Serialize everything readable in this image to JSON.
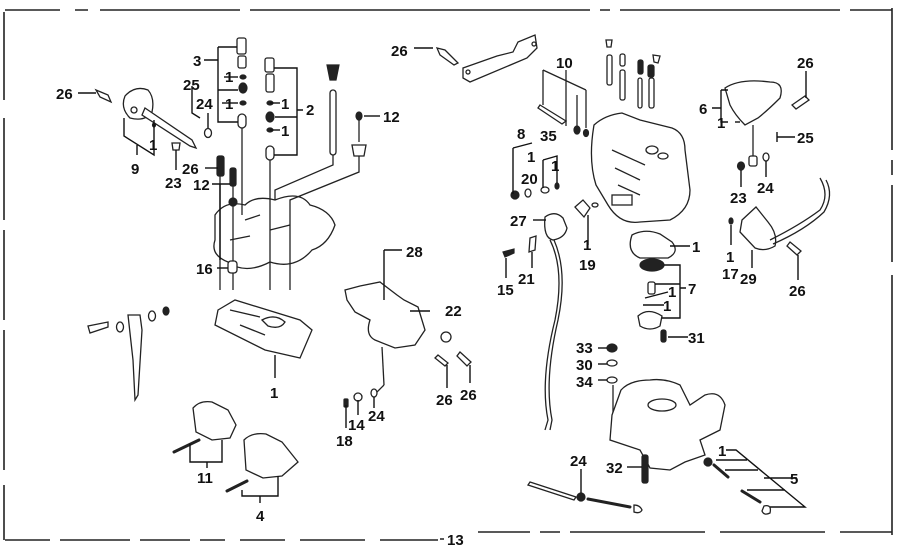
{
  "diagram": {
    "type": "exploded-parts-diagram",
    "subject": "carburetor assembly",
    "assembly_callout": "13",
    "callouts": [
      {
        "id": "c-26-a",
        "label": "26"
      },
      {
        "id": "c-3",
        "label": "3"
      },
      {
        "id": "c-1-a",
        "label": "1"
      },
      {
        "id": "c-25-a",
        "label": "25"
      },
      {
        "id": "c-24-a",
        "label": "24"
      },
      {
        "id": "c-1-b",
        "label": "1"
      },
      {
        "id": "c-1-c",
        "label": "1"
      },
      {
        "id": "c-2",
        "label": "2"
      },
      {
        "id": "c-1-d",
        "label": "1"
      },
      {
        "id": "c-12-a",
        "label": "12"
      },
      {
        "id": "c-1-e",
        "label": "1"
      },
      {
        "id": "c-9",
        "label": "9"
      },
      {
        "id": "c-23-a",
        "label": "23"
      },
      {
        "id": "c-26-b",
        "label": "26"
      },
      {
        "id": "c-12-b",
        "label": "12"
      },
      {
        "id": "c-16",
        "label": "16"
      },
      {
        "id": "c-26-c",
        "label": "26"
      },
      {
        "id": "c-28",
        "label": "28"
      },
      {
        "id": "c-22",
        "label": "22"
      },
      {
        "id": "c-1-f",
        "label": "1"
      },
      {
        "id": "c-11",
        "label": "11"
      },
      {
        "id": "c-4",
        "label": "4"
      },
      {
        "id": "c-18",
        "label": "18"
      },
      {
        "id": "c-14",
        "label": "14"
      },
      {
        "id": "c-24-b",
        "label": "24"
      },
      {
        "id": "c-26-d",
        "label": "26"
      },
      {
        "id": "c-26-e",
        "label": "26"
      },
      {
        "id": "c-10",
        "label": "10"
      },
      {
        "id": "c-8",
        "label": "8"
      },
      {
        "id": "c-35",
        "label": "35"
      },
      {
        "id": "c-1-g",
        "label": "1"
      },
      {
        "id": "c-20",
        "label": "20"
      },
      {
        "id": "c-1-h",
        "label": "1"
      },
      {
        "id": "c-27",
        "label": "27"
      },
      {
        "id": "c-1-i",
        "label": "1"
      },
      {
        "id": "c-19",
        "label": "19"
      },
      {
        "id": "c-15",
        "label": "15"
      },
      {
        "id": "c-21",
        "label": "21"
      },
      {
        "id": "c-1-j",
        "label": "1"
      },
      {
        "id": "c-7",
        "label": "7"
      },
      {
        "id": "c-1-k",
        "label": "1"
      },
      {
        "id": "c-1-l",
        "label": "1"
      },
      {
        "id": "c-31",
        "label": "31"
      },
      {
        "id": "c-33",
        "label": "33"
      },
      {
        "id": "c-30",
        "label": "30"
      },
      {
        "id": "c-34",
        "label": "34"
      },
      {
        "id": "c-32",
        "label": "32"
      },
      {
        "id": "c-24-c",
        "label": "24"
      },
      {
        "id": "c-1-m",
        "label": "1"
      },
      {
        "id": "c-5",
        "label": "5"
      },
      {
        "id": "c-6",
        "label": "6"
      },
      {
        "id": "c-1-n",
        "label": "1"
      },
      {
        "id": "c-26-f",
        "label": "26"
      },
      {
        "id": "c-25-b",
        "label": "25"
      },
      {
        "id": "c-23-b",
        "label": "23"
      },
      {
        "id": "c-24-d",
        "label": "24"
      },
      {
        "id": "c-1-o",
        "label": "1"
      },
      {
        "id": "c-17",
        "label": "17"
      },
      {
        "id": "c-29",
        "label": "29"
      },
      {
        "id": "c-26-g",
        "label": "26"
      }
    ]
  }
}
